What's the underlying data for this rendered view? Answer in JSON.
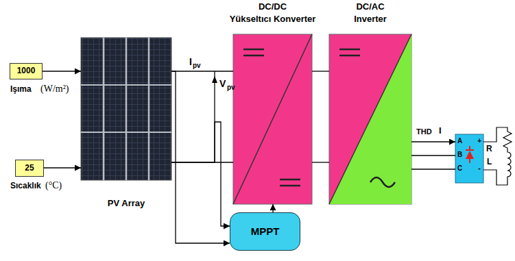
{
  "diagram": {
    "nodes": [
      {
        "text": [
          "1000"
        ]
      },
      {
        "text": [
          "25"
        ]
      },
      {
        "text": [
          "PV Array"
        ]
      },
      {
        "text": [
          "DC/DC",
          "Yükseltıcı Konverter"
        ]
      },
      {
        "text": [
          "DC/AC",
          "Inverter"
        ]
      },
      {
        "text": [
          "MPPT"
        ]
      },
      {
        "text": [
          "A",
          "B",
          "C",
          "+",
          "-"
        ]
      }
    ],
    "edges": [
      {
        "from": 0,
        "to": 2,
        "arrow": "to"
      },
      {
        "from": 1,
        "to": 2,
        "arrow": "to"
      },
      {
        "from": 2,
        "to": 3,
        "arrow": "none"
      },
      {
        "from": 2,
        "to": 3,
        "arrow": "none"
      },
      {
        "from": 3,
        "to": 4,
        "arrow": "none"
      },
      {
        "from": 3,
        "to": 4,
        "arrow": "none"
      },
      {
        "from": 4,
        "to": 6,
        "arrow": "to"
      },
      {
        "from": 4,
        "to": 6,
        "arrow": "none"
      },
      {
        "from": 4,
        "to": 6,
        "arrow": "none"
      },
      {
        "from": 5,
        "to": 3,
        "arrow": "to"
      },
      {
        "from": 2,
        "to": 5,
        "arrow": "to"
      },
      {
        "from": 2,
        "to": 5,
        "arrow": "to"
      }
    ],
    "labels": [
      "Işıma",
      "(W/m²)",
      "Sıcaklık",
      "(°C)",
      "I",
      "pv",
      "V",
      "pv",
      "THD",
      "I",
      "R",
      "L"
    ]
  }
}
